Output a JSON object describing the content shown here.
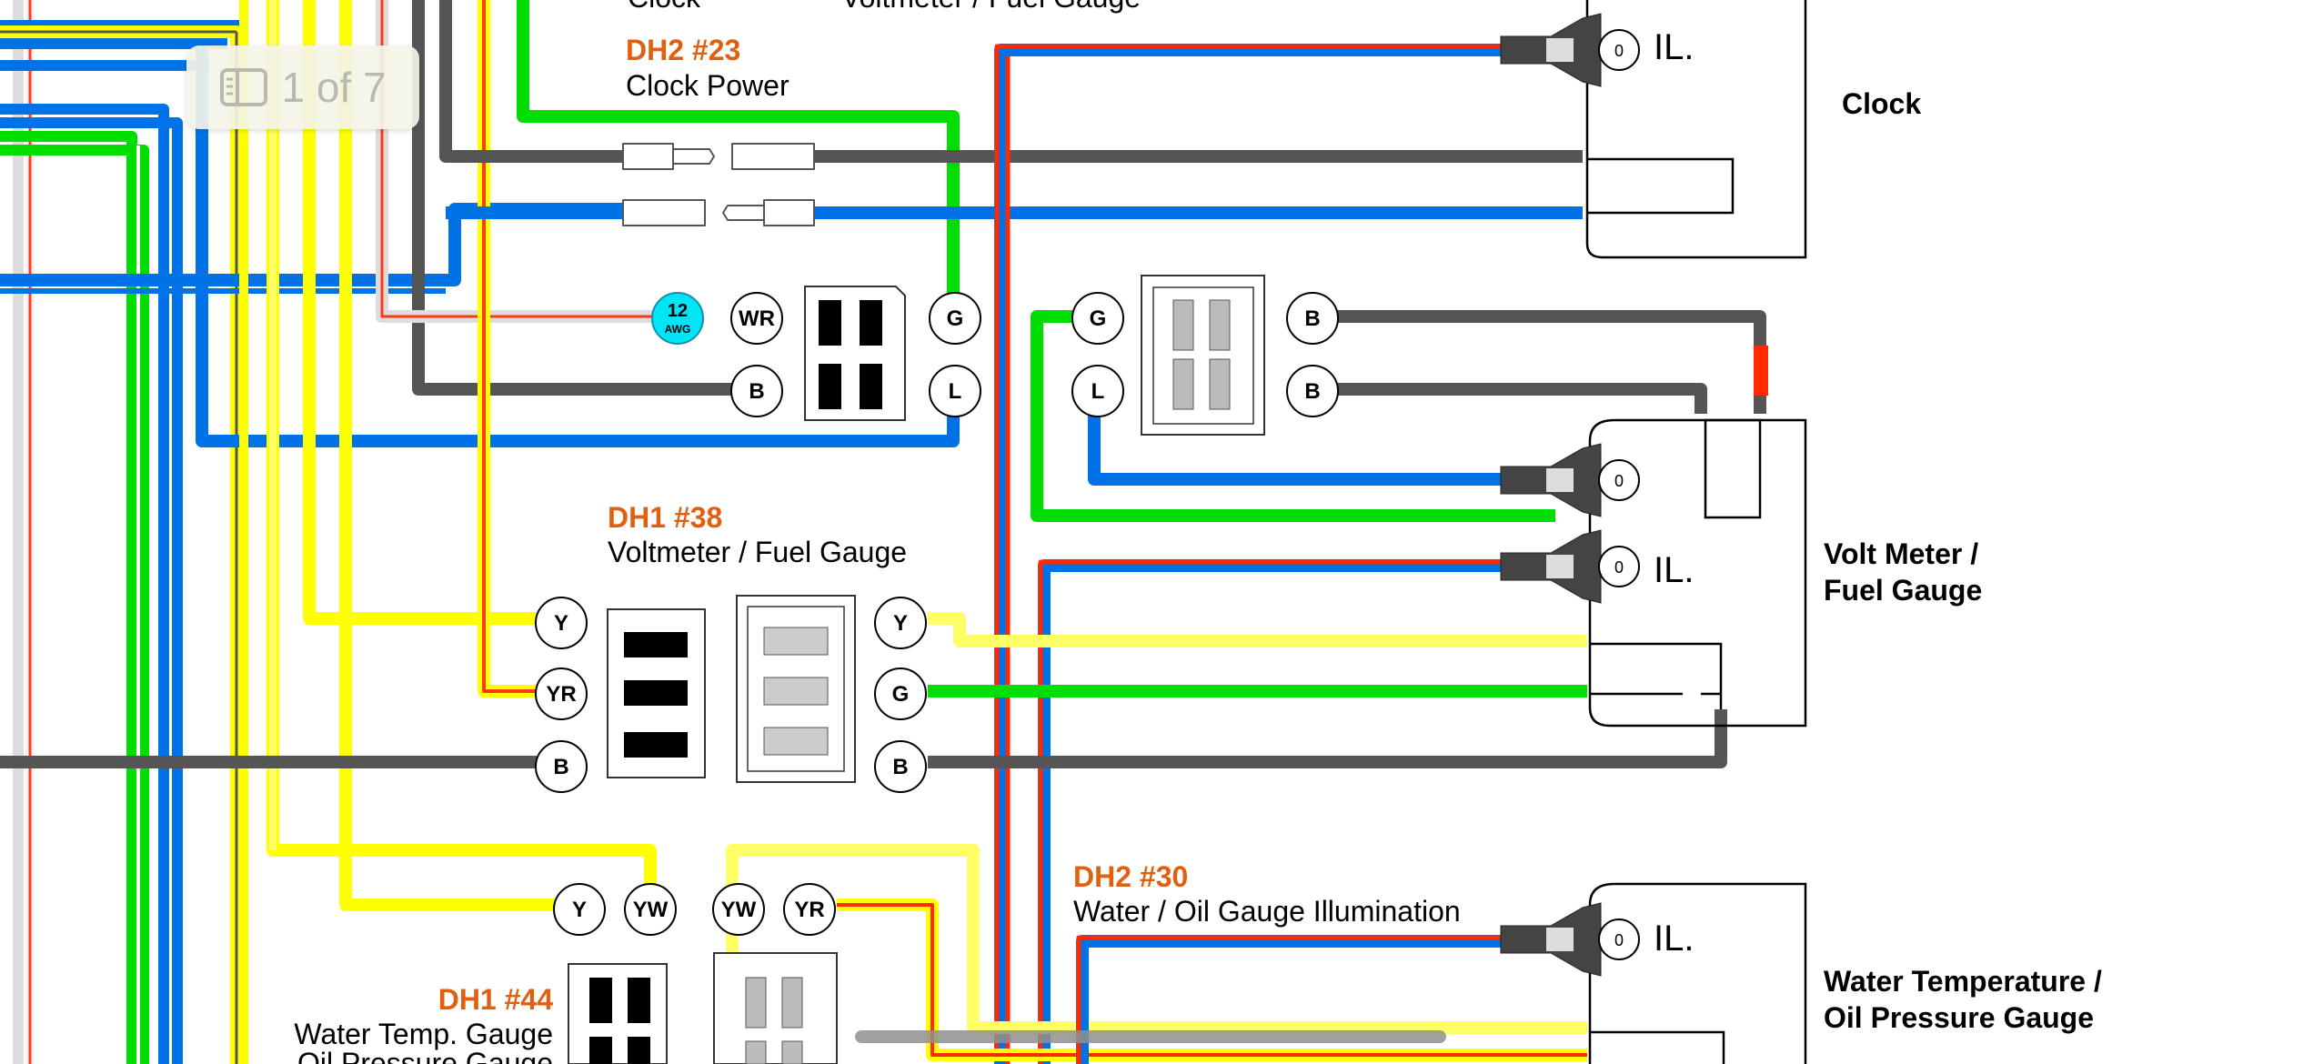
{
  "viewer": {
    "page_indicator": "1 of 7",
    "icons": {
      "page_badge": "sidebar-icon"
    }
  },
  "colors": {
    "yellow": "#ffff00",
    "yellow_light": "#ffff66",
    "green": "#00dd00",
    "blue": "#0072e8",
    "black_wire": "#555555",
    "red": "#ff2a00",
    "connector_label": "#e06010",
    "awg_marker": "#00e5f5"
  },
  "labels": {
    "clock_partial": "Clock",
    "voltmeter_partial": "Voltmeter / Fuel Gauge",
    "dh2_23_code": "DH2 #23",
    "dh2_23_name": "Clock Power",
    "dh1_38_code": "DH1 #38",
    "dh1_38_name": "Voltmeter / Fuel Gauge",
    "dh2_30_code": "DH2 #30",
    "dh2_30_name": "Water / Oil Gauge Illumination",
    "dh1_44_code": "DH1 #44",
    "dh1_44_name_1": "Water Temp. Gauge",
    "dh1_44_name_2": "Oil Pressure Gauge",
    "awg_num": "12",
    "awg_unit": "AWG",
    "bulb_mark": "IL."
  },
  "components": {
    "clock": "Clock",
    "volt_meter_1": "Volt Meter /",
    "volt_meter_2": "Fuel Gauge",
    "water_temp_1": "Water Temperature /",
    "water_temp_2": "Oil Pressure Gauge"
  },
  "pins": {
    "dh2_23_WR": "WR",
    "dh2_23_G": "G",
    "dh2_23_B": "B",
    "dh2_23_L": "L",
    "vm_G": "G",
    "vm_L": "L",
    "vm_B1": "B",
    "vm_B2": "B",
    "dh1_38_Y": "Y",
    "dh1_38_YR": "YR",
    "dh1_38_B": "B",
    "dh1_38_Yr": "Y",
    "dh1_38_Gr": "G",
    "dh1_38_Br": "B",
    "dh1_44_Y": "Y",
    "dh1_44_YW": "YW",
    "dh1_44_YW2": "YW",
    "dh1_44_YR": "YR"
  }
}
